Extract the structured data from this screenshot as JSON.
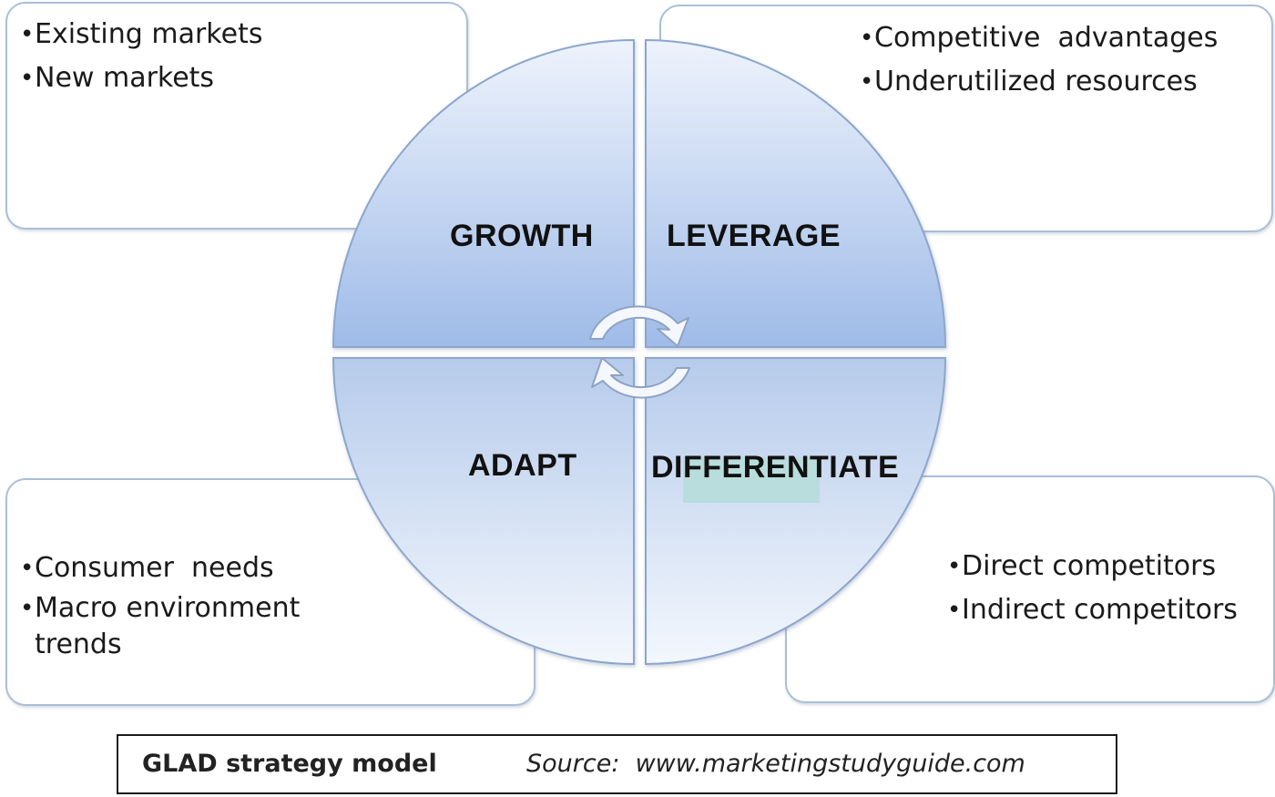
{
  "quadrants": {
    "growth": {
      "label": "GROWTH",
      "items": [
        "Existing markets",
        "New markets"
      ]
    },
    "leverage": {
      "label": "LEVERAGE",
      "items": [
        "Competitive  advantages",
        "Underutilized resources"
      ]
    },
    "adapt": {
      "label": "ADAPT",
      "items": [
        "Consumer  needs",
        "Macro environment trends"
      ]
    },
    "differentiate": {
      "label": "DIFFERENTIATE",
      "items": [
        "Direct competitors",
        "Indirect competitors"
      ]
    }
  },
  "caption": {
    "title": "GLAD strategy model",
    "source": "Source:  www.marketingstudyguide.com"
  },
  "colors": {
    "quadrant_top": "#eef3fc",
    "quadrant_bottom": "#9fbbe8",
    "quadrant_edge": "#8ca6cc",
    "box_border": "#a9bfd8",
    "highlight": "#b9dcdc"
  },
  "icons": {
    "cycle": "circular-arrows-icon"
  }
}
